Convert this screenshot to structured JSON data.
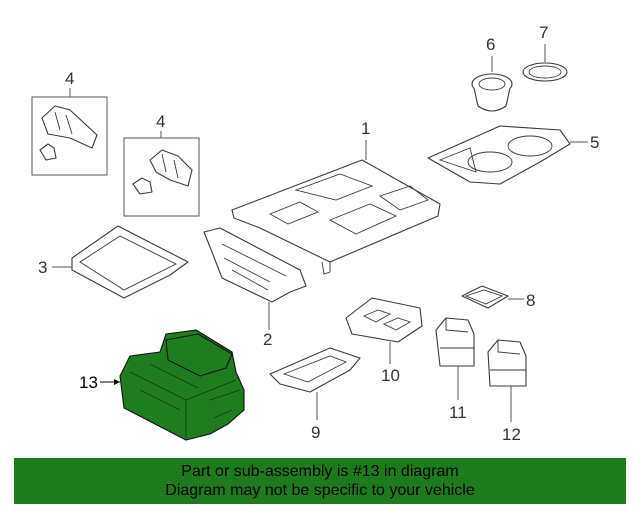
{
  "callouts": {
    "c1": "1",
    "c2": "2",
    "c3": "3",
    "c4a": "4",
    "c4b": "4",
    "c5": "5",
    "c6": "6",
    "c7": "7",
    "c8": "8",
    "c9": "9",
    "c10": "10",
    "c11": "11",
    "c12": "12",
    "c13": "13"
  },
  "banner": {
    "line1": "Part or sub-assembly is #13 in diagram",
    "line2": "Diagram may not be specific to your vehicle"
  },
  "colors": {
    "highlight": "#1f7d1f",
    "banner": "#1d7a1d"
  }
}
